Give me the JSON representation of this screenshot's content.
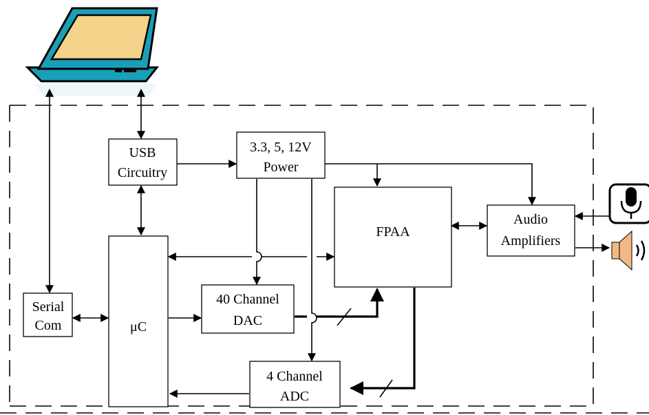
{
  "blocks": {
    "usb": {
      "line1": "USB",
      "line2": "Circuitry"
    },
    "power": {
      "line1": "3.3, 5, 12V",
      "line2": "Power"
    },
    "fpaa": {
      "label": "FPAA"
    },
    "audio": {
      "line1": "Audio",
      "line2": "Amplifiers"
    },
    "mcu": {
      "label": "μC"
    },
    "serial": {
      "line1": "Serial",
      "line2": "Com"
    },
    "dac": {
      "line1": "40 Channel",
      "line2": "DAC"
    },
    "adc": {
      "line1": "4 Channel",
      "line2": "ADC"
    }
  },
  "icons": [
    "laptop-icon",
    "microphone-icon",
    "speaker-icon"
  ],
  "colors": {
    "laptop_body": "#1a9fb8",
    "laptop_screen": "#f3d48a",
    "speaker": "#f2b885",
    "line": "#000000"
  }
}
